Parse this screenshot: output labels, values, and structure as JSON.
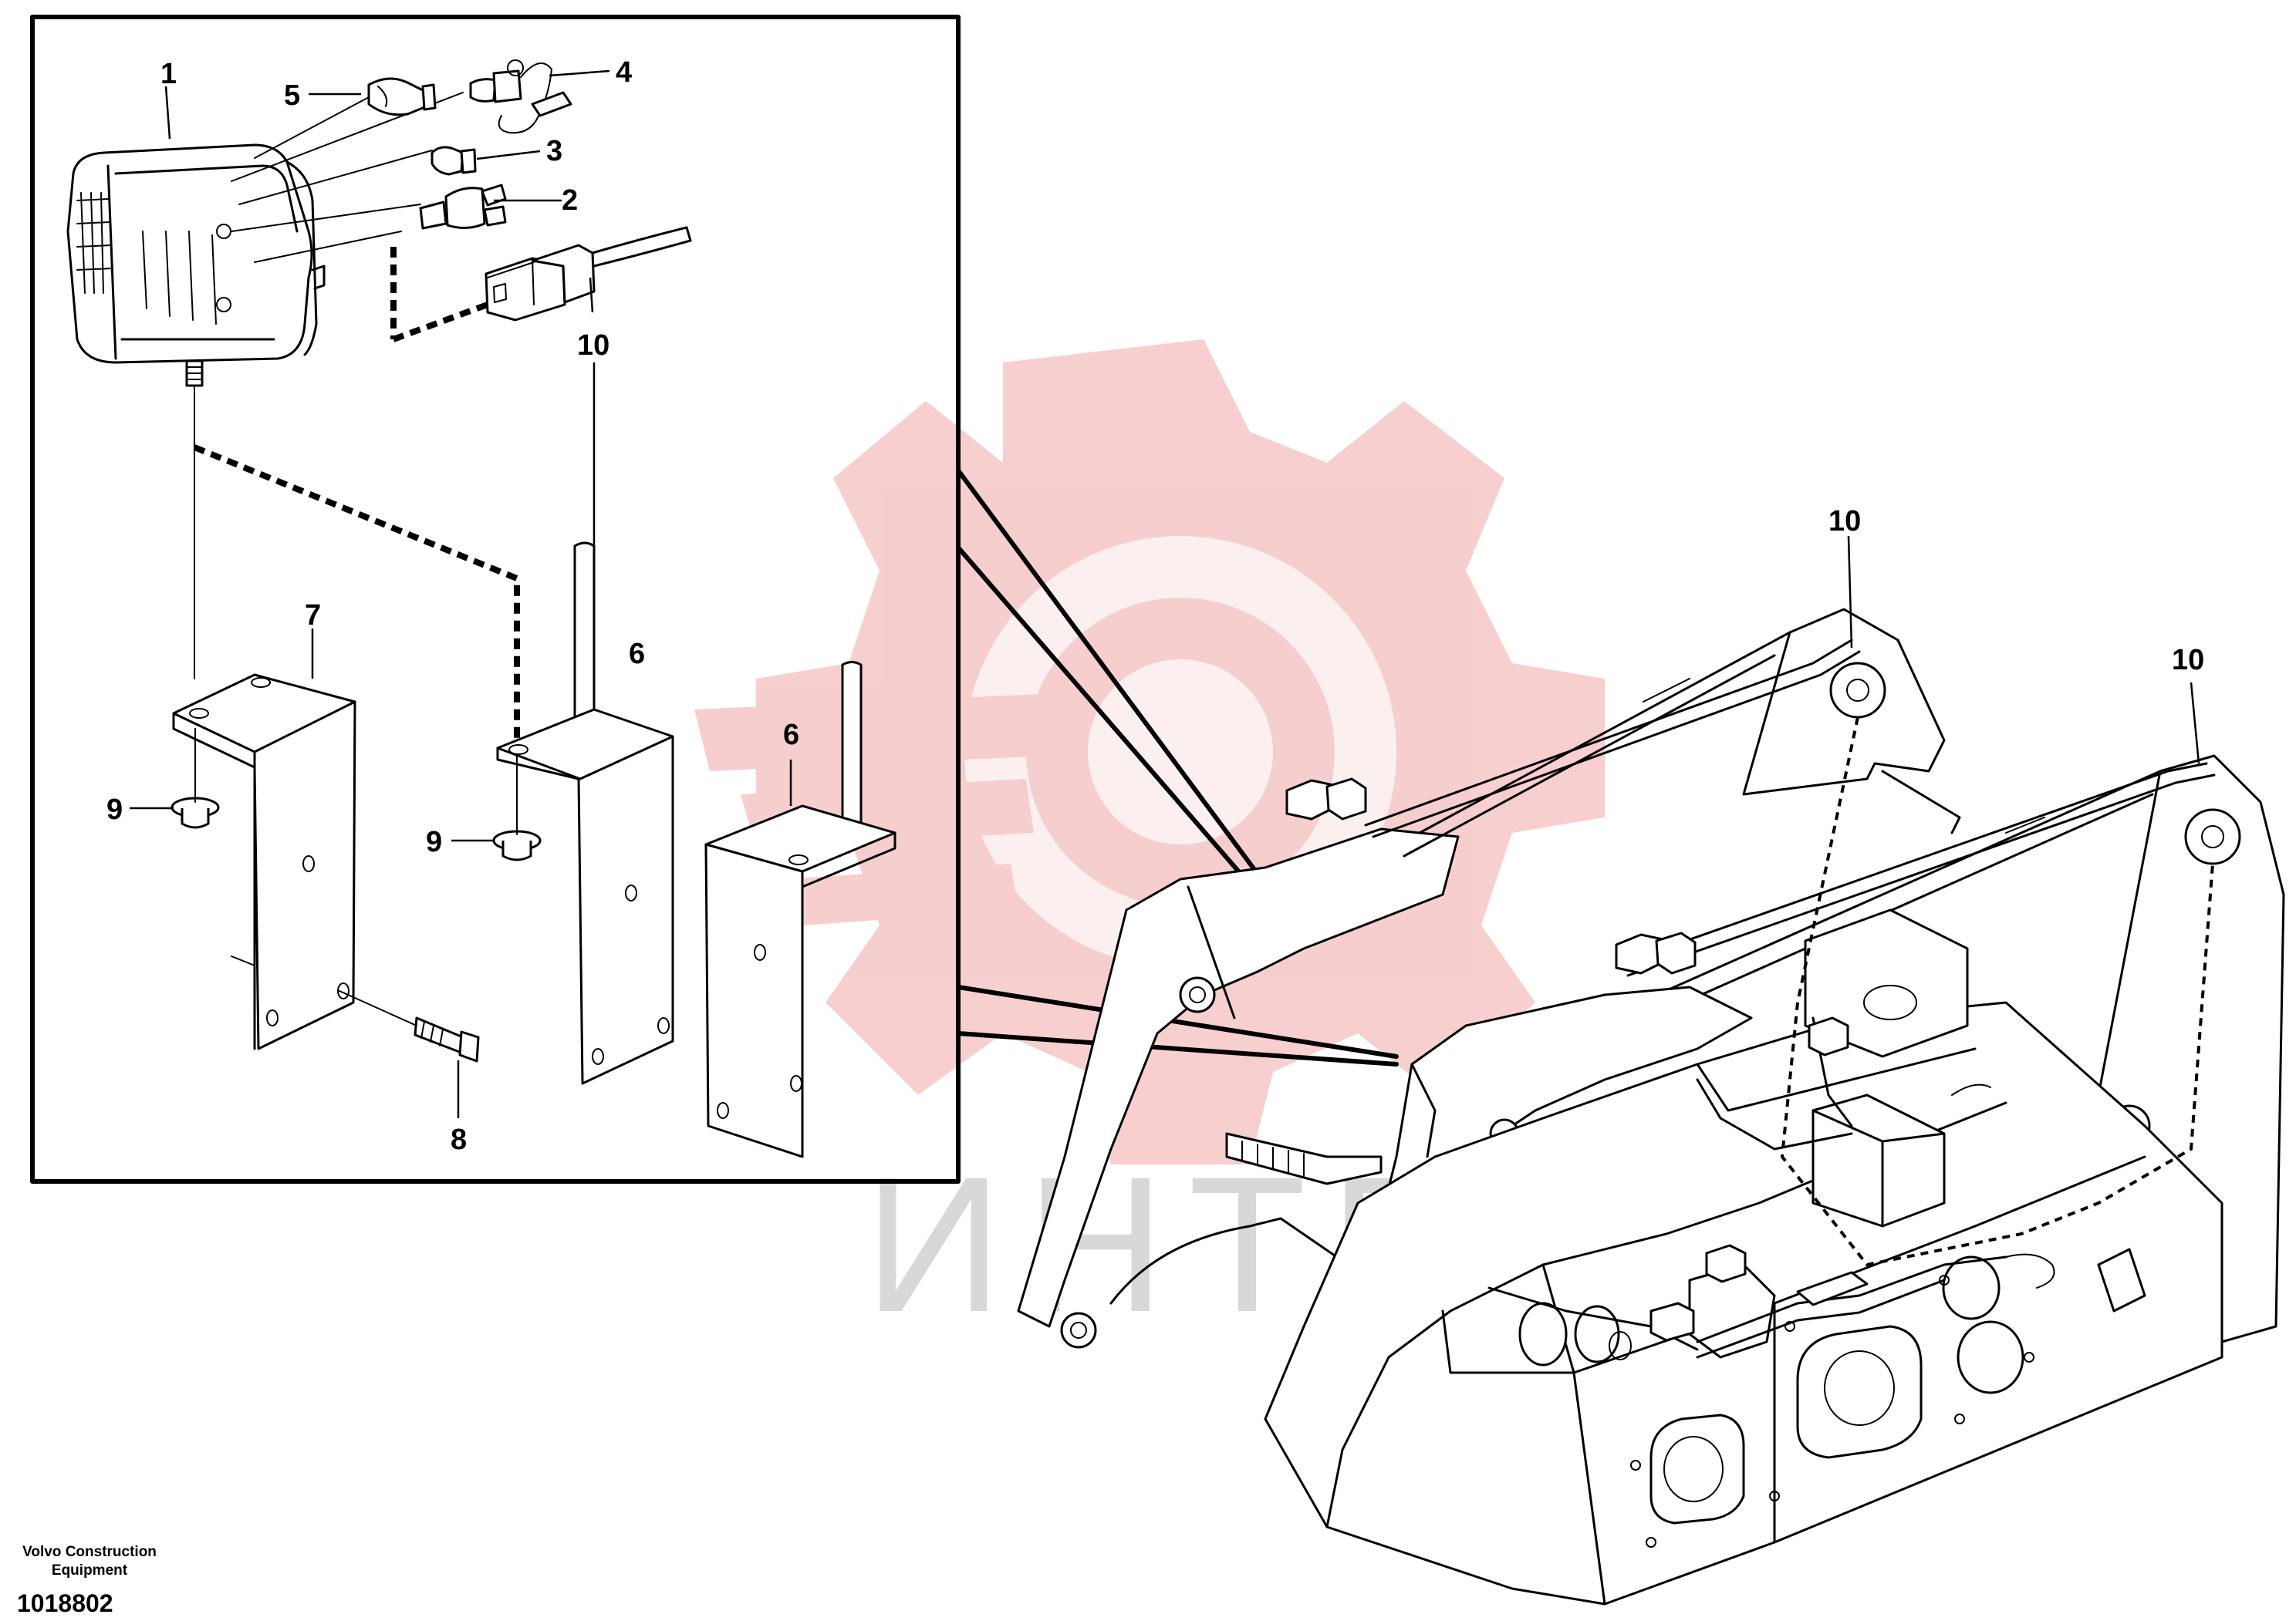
{
  "callouts": {
    "c1": "1",
    "c2": "2",
    "c3": "3",
    "c4": "4",
    "c5": "5",
    "c6a": "6",
    "c6b": "6",
    "c7": "7",
    "c8": "8",
    "c9a": "9",
    "c9b": "9",
    "c10a": "10",
    "c10b": "10",
    "c10c": "10"
  },
  "caption": {
    "company_line1": "Volvo Construction",
    "company_line2": "Equipment",
    "drawing_number": "1018802"
  },
  "watermark": {
    "text": "ИНТЕХ",
    "color": "#f4c4c4"
  }
}
